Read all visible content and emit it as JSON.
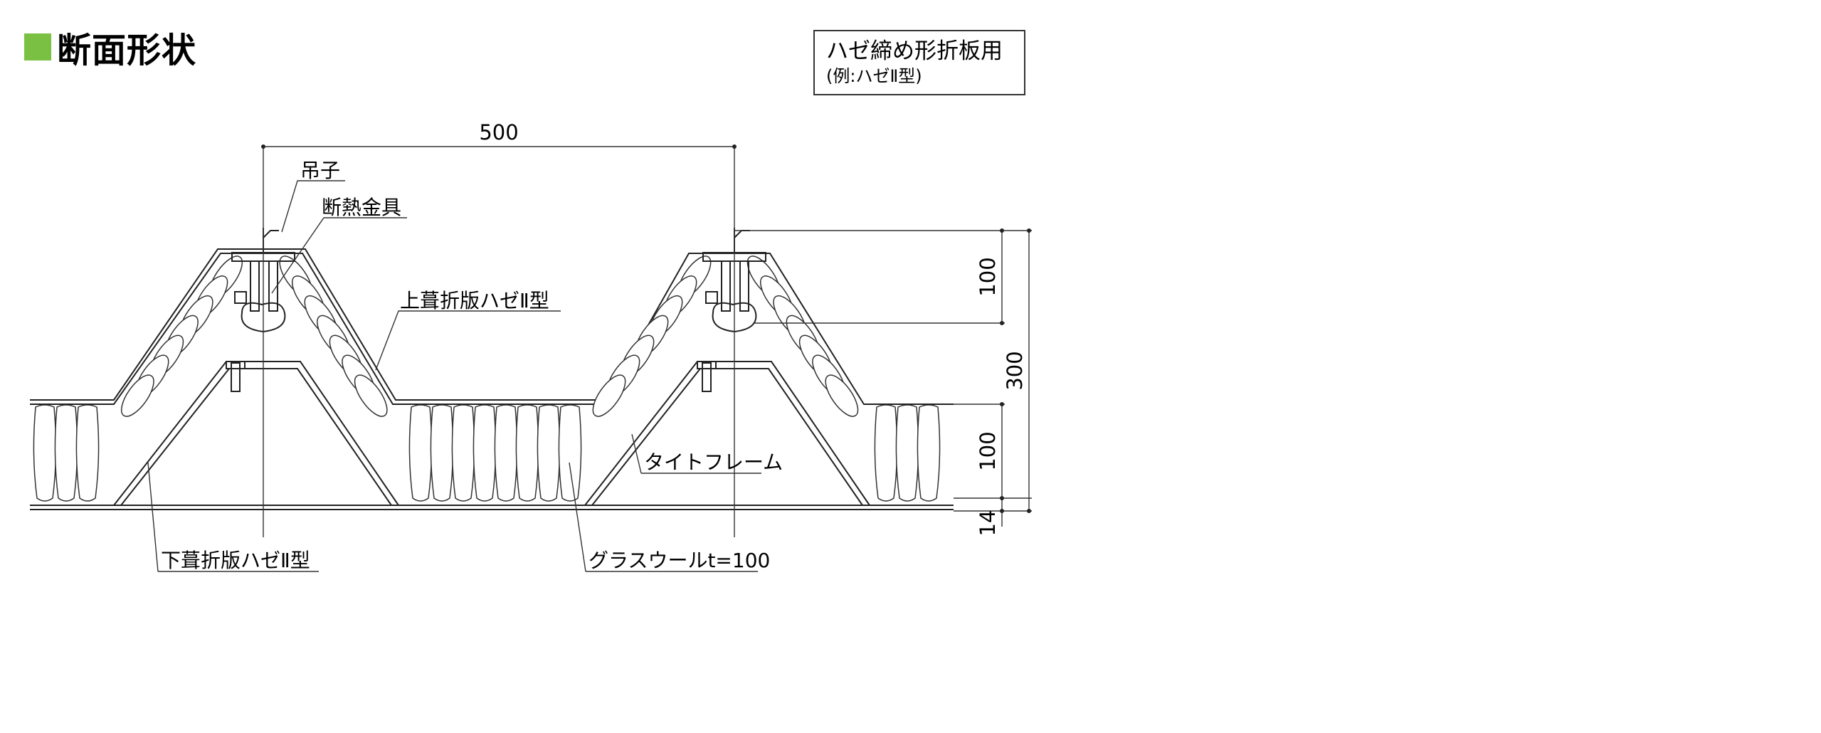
{
  "title": "断面形状",
  "spec": {
    "main": "ハゼ締め形折板用",
    "sub": "(例:ハゼⅡ型)"
  },
  "labels": {
    "tsuriko": "吊子",
    "dannetsu": "断熱金具",
    "upper": "上葺折版ハゼⅡ型",
    "lower": "下葺折版ハゼⅡ型",
    "frame": "タイトフレーム",
    "glasswool": "グラスウールt=100"
  },
  "dimensions": {
    "pitch": "500",
    "top": "100",
    "total": "300",
    "insulation": "100",
    "base": "14"
  },
  "colors": {
    "accent": "#7ac143"
  }
}
